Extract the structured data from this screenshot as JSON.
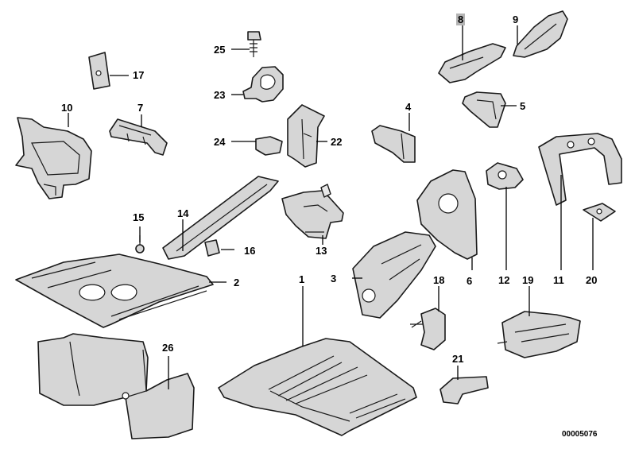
{
  "callouts": {
    "p1": "1",
    "p2": "2",
    "p3": "3",
    "p4": "4",
    "p5": "5",
    "p6": "6",
    "p7": "7",
    "p8": "8",
    "p9": "9",
    "p10": "10",
    "p11": "11",
    "p12": "12",
    "p13": "13",
    "p14": "14",
    "p15": "15",
    "p16": "16",
    "p17": "17",
    "p18": "18",
    "p19": "19",
    "p20": "20",
    "p21": "21",
    "p22": "22",
    "p23": "23",
    "p24": "24",
    "p25": "25",
    "p26": "26"
  },
  "highlighted": [
    "8",
    "9"
  ],
  "diagram_code": "00005076"
}
